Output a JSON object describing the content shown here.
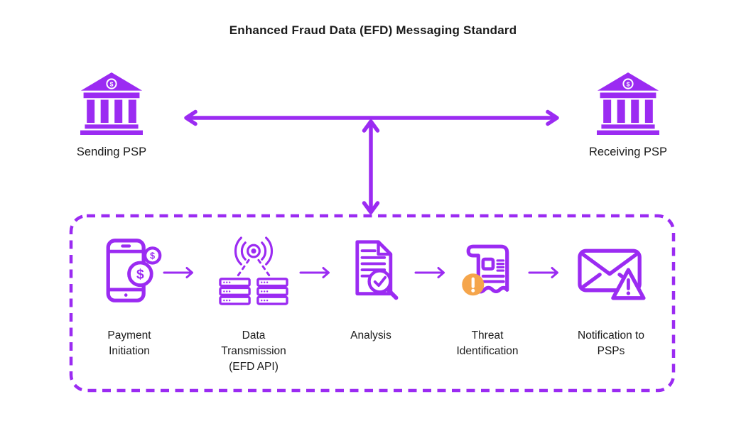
{
  "title": "Enhanced Fraud Data (EFD) Messaging Standard",
  "colors": {
    "purple": "#9B2BF2",
    "orange": "#F5A54B",
    "text": "#1B1B1B",
    "background": "#FFFFFF"
  },
  "glyphs": {
    "dollar": "$"
  },
  "psps": {
    "sending": {
      "label": "Sending PSP",
      "icon": "bank-icon"
    },
    "receiving": {
      "label": "Receiving PSP",
      "icon": "bank-icon"
    }
  },
  "connections": {
    "psp_link": "bidirectional",
    "hub_link": "bidirectional"
  },
  "steps": [
    {
      "label": "Payment Initiation",
      "icon": "smartphone-payment-icon"
    },
    {
      "label": "Data Transmission (EFD API)",
      "icon": "wireless-servers-icon"
    },
    {
      "label": "Analysis",
      "icon": "document-search-icon"
    },
    {
      "label": "Threat Identification",
      "icon": "receipt-alert-icon"
    },
    {
      "label": "Notification to PSPs",
      "icon": "envelope-warning-icon"
    }
  ]
}
